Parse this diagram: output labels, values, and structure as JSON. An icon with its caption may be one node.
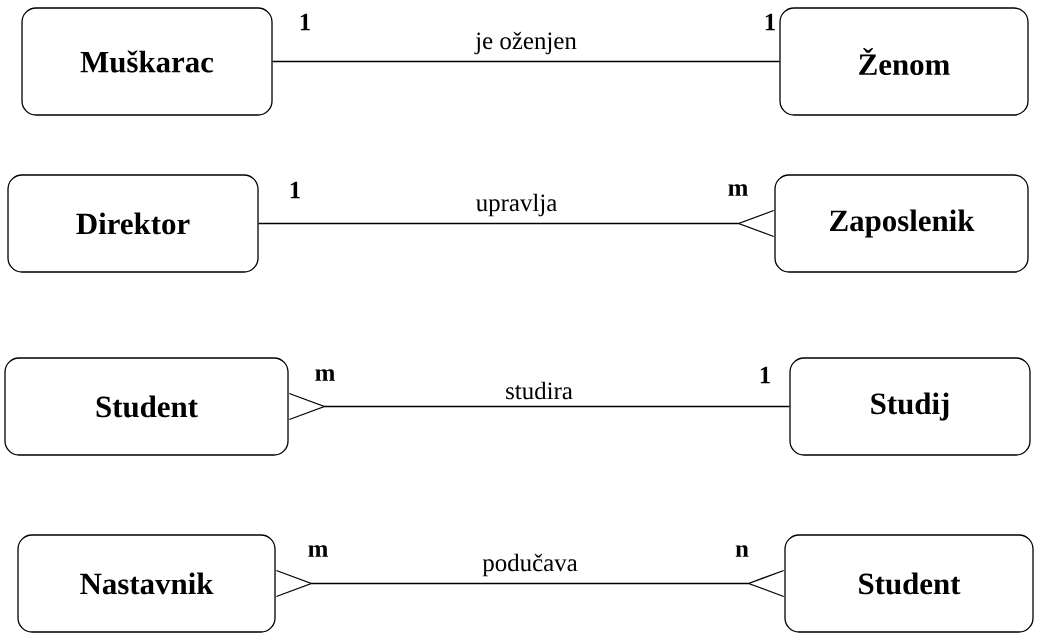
{
  "diagram": {
    "nodes": [
      {
        "text": [
          "Muškarac"
        ],
        "beside": [
          "1"
        ]
      },
      {
        "text": [
          "Ženom"
        ],
        "beside": [
          "1"
        ]
      },
      {
        "text": [
          "Direktor"
        ],
        "beside": [
          "1"
        ]
      },
      {
        "text": [
          "Zaposlenik"
        ],
        "beside": [
          "m"
        ]
      },
      {
        "text": [
          "Student"
        ],
        "beside": [
          "m"
        ]
      },
      {
        "text": [
          "Studij"
        ],
        "beside": [
          "1"
        ]
      },
      {
        "text": [
          "Nastavnik"
        ],
        "beside": [
          "m"
        ]
      },
      {
        "text": [
          "Student"
        ],
        "beside": [
          "n"
        ]
      }
    ],
    "edges": [
      {
        "from": 0,
        "to": 1,
        "arrow": "none",
        "label": "je oženjen"
      },
      {
        "from": 2,
        "to": 3,
        "arrow": "other",
        "label": "upravlja"
      },
      {
        "from": 5,
        "to": 4,
        "arrow": "other",
        "label": "studira"
      },
      {
        "from": 6,
        "to": 7,
        "arrow": "other",
        "label": "podučava"
      }
    ]
  }
}
